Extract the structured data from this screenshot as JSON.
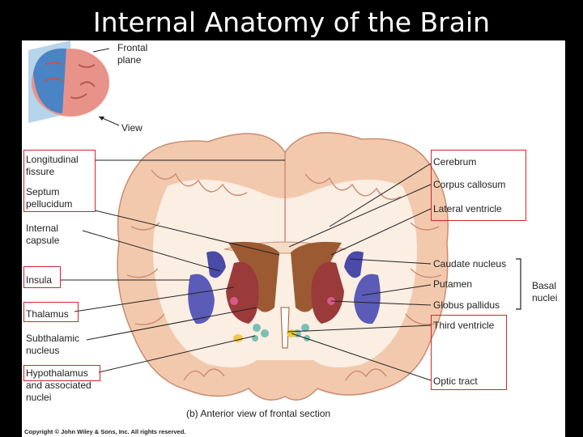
{
  "title": "Internal Anatomy of the Brain",
  "inset": {
    "frontal_plane": "Frontal\nplane",
    "view": "View"
  },
  "labels_left": {
    "longitudinal_fissure": "Longitudinal\nfissure",
    "septum_pellucidum": "Septum\npellucidum",
    "internal_capsule": "Internal\ncapsule",
    "insula": "Insula",
    "thalamus": "Thalamus",
    "subthalamic_nucleus": "Subthalamic\nnucleus",
    "hypothalamus": "Hypothalamus\nand associated\nnuclei"
  },
  "labels_right": {
    "cerebrum": "Cerebrum",
    "corpus_callosum": "Corpus callosum",
    "lateral_ventricle": "Lateral ventricle",
    "caudate_nucleus": "Caudate nucleus",
    "putamen": "Putamen",
    "globus_pallidus": "Globus pallidus",
    "third_ventricle": "Third ventricle",
    "optic_tract": "Optic tract",
    "basal_nuclei": "Basal\nnuclei"
  },
  "caption": "(b) Anterior view of frontal section",
  "copyright": "Copyright © John Wiley & Sons, Inc. All rights reserved.",
  "colors": {
    "highlight_box": "#d0272f",
    "tissue": "#f3c9ad",
    "white_matter": "#fbeee3"
  }
}
